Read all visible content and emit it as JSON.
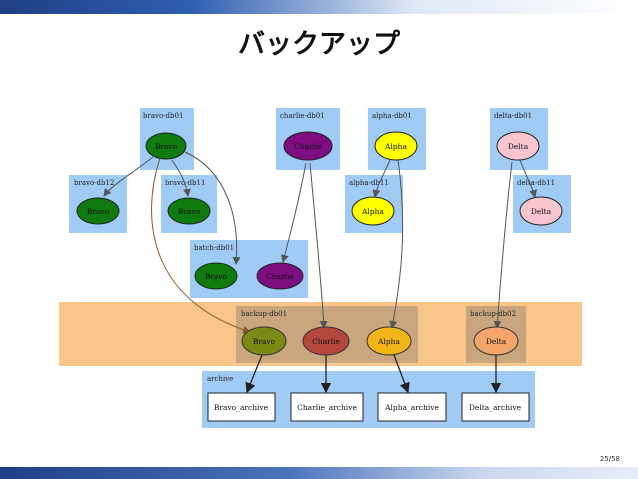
{
  "slide": {
    "title": "バックアップ",
    "page_number": "25/58"
  },
  "clusters": {
    "bravo_db01": "bravo-db01",
    "bravo_db12": "bravo-db12",
    "bravo_db11": "bravo-db11",
    "batch_db01": "batch-db01",
    "charlie_db01": "charlie-db01",
    "alpha_db01": "alpha-db01",
    "alpha_db11": "alpha-db11",
    "delta_db01": "delta-db01",
    "delta_db11": "delta-db11",
    "backup_db01": "backup-db01",
    "backup_db02": "backup-db02",
    "archive": "archive"
  },
  "nodes": {
    "bravo_db01": "Bravo",
    "bravo_db12": "Bravo",
    "bravo_db11": "Bravo",
    "batch_bravo": "Bravo",
    "batch_charlie": "Charlie",
    "charlie_db01": "Charlie",
    "alpha_db01": "Alpha",
    "alpha_db11": "Alpha",
    "delta_db01": "Delta",
    "delta_db11": "Delta",
    "backup_bravo": "Bravo",
    "backup_charlie": "Charlie",
    "backup_alpha": "Alpha",
    "backup_delta": "Delta",
    "bravo_archive": "Bravo_archive",
    "charlie_archive": "Charlie_archive",
    "alpha_archive": "Alpha_archive",
    "delta_archive": "Delta_archive"
  },
  "colors": {
    "cluster_blue": "#9fcbf5",
    "backup_band": "#f8c58a",
    "backup_cluster": "#c9a67d",
    "bravo": "#0f7a0f",
    "bravo_backup": "#7a8a14",
    "charlie": "#7d0d80",
    "charlie_backup": "#b5473f",
    "alpha": "#ffff00",
    "alpha_backup": "#f4b51a",
    "delta": "#f9c6cf",
    "delta_backup": "#f3a56c"
  }
}
